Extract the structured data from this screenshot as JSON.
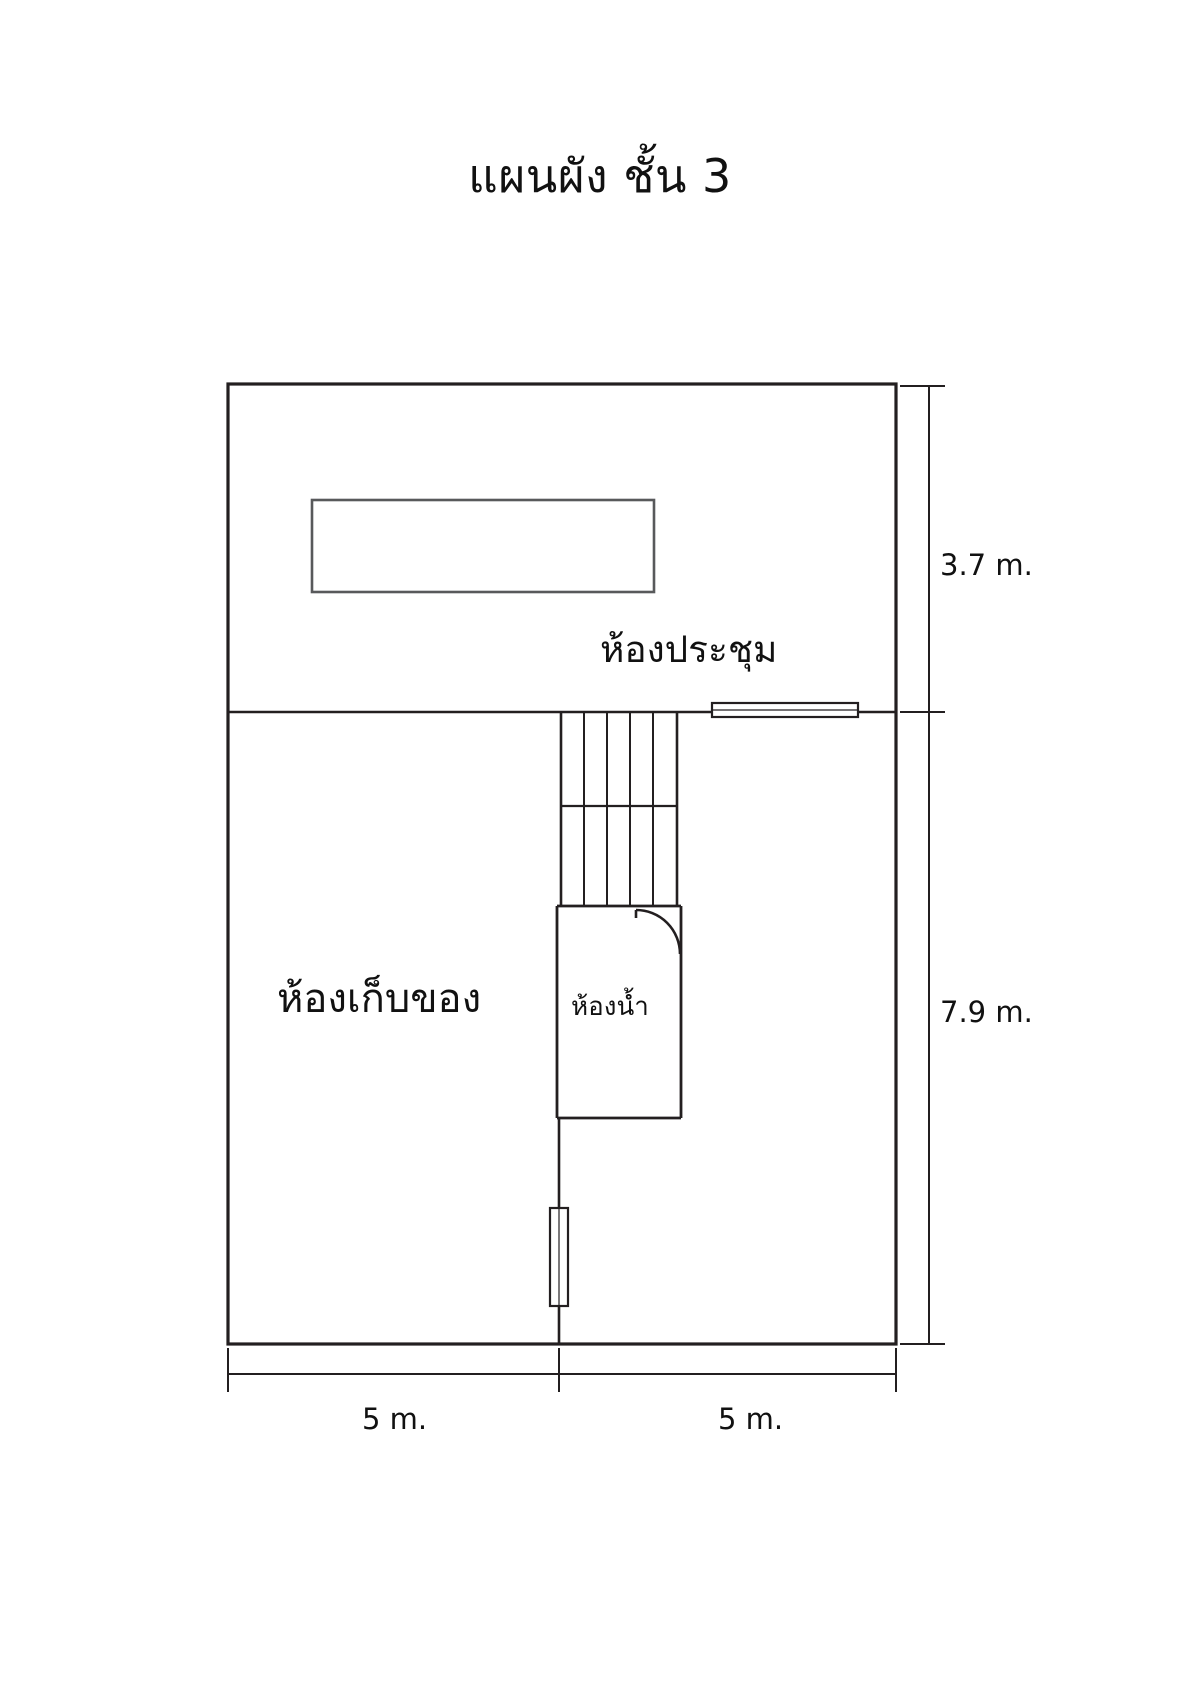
{
  "document": {
    "kind": "architectural-floor-plan",
    "title": "แผนผัง ชั้น 3",
    "background_color": "#ffffff",
    "line_color": "#231f20",
    "text_color": "#111111"
  },
  "rooms": [
    {
      "id": "meeting-room",
      "label": "ห้องประชุม",
      "furniture": "conference-table"
    },
    {
      "id": "storage-room",
      "label": "ห้องเก็บของ"
    },
    {
      "id": "bathroom",
      "label": "ห้องน้ำ"
    }
  ],
  "dimensions": {
    "right": [
      {
        "id": "dim-3-7",
        "value": "3.7 m."
      },
      {
        "id": "dim-7-9",
        "value": "7.9 m."
      }
    ],
    "bottom": [
      {
        "id": "dim-5-left",
        "value": "5 m."
      },
      {
        "id": "dim-5-right",
        "value": "5 m."
      }
    ]
  },
  "features": [
    {
      "id": "conference-table",
      "type": "table-rectangle"
    },
    {
      "id": "staircase",
      "type": "stair-run",
      "treads": 5
    },
    {
      "id": "door-meeting-room",
      "type": "door-opening"
    },
    {
      "id": "door-bathroom",
      "type": "door-swing-arc"
    },
    {
      "id": "door-entry-bottom",
      "type": "door-opening"
    }
  ]
}
